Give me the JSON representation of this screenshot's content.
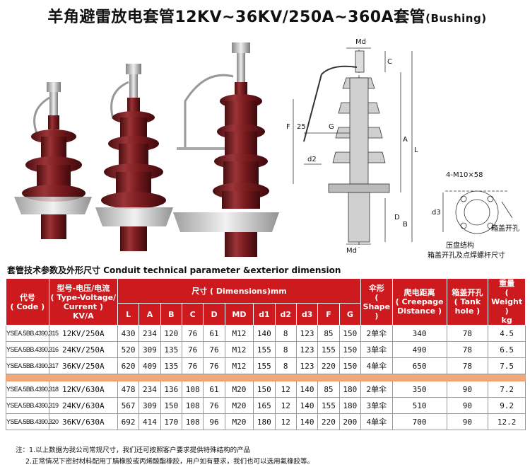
{
  "title": {
    "main": "羊角避雷放电套管12KV~36KV/250A~360A套管",
    "sub": "(Bushing)"
  },
  "drawing_labels": {
    "md_top": "Md",
    "c": "C",
    "f": "F",
    "d25": "25",
    "g": "G",
    "d2": "d2",
    "a": "A",
    "l": "L",
    "d": "D",
    "b": "B",
    "md_bottom": "Md",
    "bolt": "4-M10×58",
    "d3": "d3",
    "tank_hole": "箱盖开孔",
    "flange": "压盘结构",
    "flange_note": "箱盖开孔及点焊螺杆尺寸"
  },
  "caption": "套管技术参数及外形尺寸 Conduit technical parameter &exterior dimension",
  "table": {
    "h_code": "代号\n( Code )",
    "h_type": "型号-电压/电流\n( Type-Voltage/\nCurrent )\nKV/A",
    "h_dims": "尺寸 ( Dimensions)mm",
    "h_shape": "伞形\n( Shape )",
    "h_creep": "爬电距离\n( Creepage\nDistance )",
    "h_tank": "箱盖开孔\n( Tank\nhole )",
    "h_weight": "重量\n( Weight )\nkg",
    "dims": [
      "L",
      "A",
      "B",
      "C",
      "D",
      "MD",
      "d1",
      "d2",
      "d3",
      "F",
      "G"
    ],
    "group1": [
      {
        "code": "YSEA.5BB.4390.315",
        "type": "12KV/250A",
        "vals": [
          "430",
          "234",
          "120",
          "76",
          "61",
          "M12",
          "140",
          "8",
          "123",
          "85",
          "150"
        ],
        "shape": "2单伞",
        "creep": "340",
        "tank": "78",
        "weight": "4.5"
      },
      {
        "code": "YSEA.5BB.4390.316",
        "type": "24KV/250A",
        "vals": [
          "520",
          "309",
          "135",
          "76",
          "76",
          "M12",
          "155",
          "8",
          "123",
          "155",
          "150"
        ],
        "shape": "3单伞",
        "creep": "490",
        "tank": "78",
        "weight": "6.5"
      },
      {
        "code": "YSEA.5BB.4390.317",
        "type": "36KV/250A",
        "vals": [
          "620",
          "409",
          "135",
          "76",
          "76",
          "M12",
          "155",
          "8",
          "123",
          "220",
          "150"
        ],
        "shape": "4单伞",
        "creep": "650",
        "tank": "78",
        "weight": "7.5"
      }
    ],
    "group2": [
      {
        "code": "YSEA.5BB.4390.318",
        "type": "12KV/630A",
        "vals": [
          "478",
          "234",
          "136",
          "108",
          "61",
          "M20",
          "150",
          "12",
          "140",
          "85",
          "180"
        ],
        "shape": "2单伞",
        "creep": "350",
        "tank": "90",
        "weight": "7.2"
      },
      {
        "code": "YSEA.5BB.4390.319",
        "type": "24KV/630A",
        "vals": [
          "567",
          "309",
          "150",
          "108",
          "76",
          "M20",
          "165",
          "12",
          "140",
          "155",
          "180"
        ],
        "shape": "3单伞",
        "creep": "510",
        "tank": "90",
        "weight": "9.2"
      },
      {
        "code": "YSEA.5BB.4390.320",
        "type": "36KV/630A",
        "vals": [
          "692",
          "414",
          "170",
          "108",
          "96",
          "M20",
          "180",
          "12",
          "140",
          "220",
          "200"
        ],
        "shape": "4单伞",
        "creep": "700",
        "tank": "90",
        "weight": "12.2"
      }
    ]
  },
  "notes": [
    "注：1.以上数据为我公司常规尺寸，我们还可按照客户要求提供特殊结构的产品",
    "2.正常情况下密封材料配用丁腈橡胶或丙烯酸酯橡胶，用户如有要求，我们也可以选用氟橡胶等。"
  ],
  "colors": {
    "header": "#cc1a1e",
    "separator": "#f0a878",
    "porcelain": "#7a1b1f"
  }
}
